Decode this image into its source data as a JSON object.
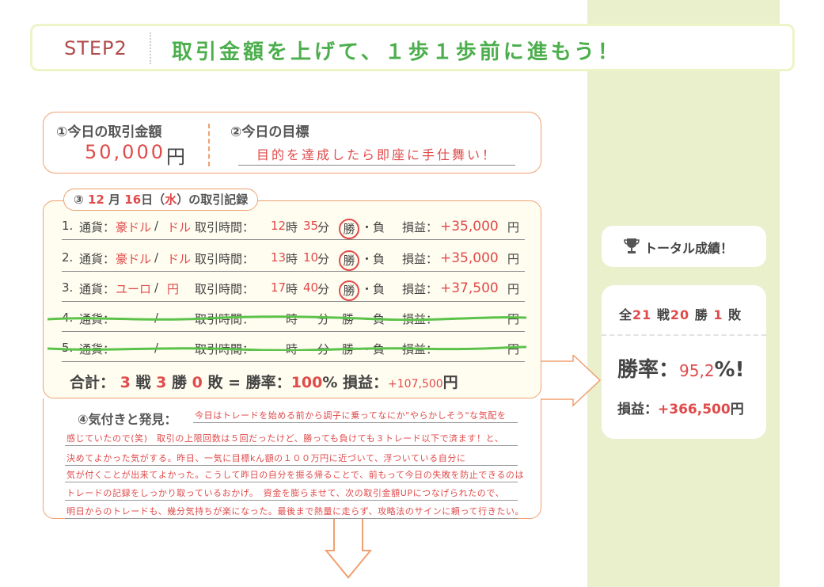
{
  "header": {
    "step": "STEP2",
    "title": "取引金額を上げて、１歩１歩前に進もう！"
  },
  "today": {
    "amount_heading": "①今日の取引金額",
    "amount": "50,000",
    "amount_unit": "円",
    "goal_heading": "②今日の目標",
    "goal": "目的を達成したら即座に手仕舞い！"
  },
  "record": {
    "tab_prefix": "③",
    "month": "12",
    "month_unit": "月",
    "day": "16",
    "day_unit": "日（",
    "weekday": "水",
    "tab_suffix": "）の取引記録",
    "rows": [
      {
        "num": "1.",
        "label": "通貨：",
        "c1": "豪ドル",
        "slash": "/",
        "c2": "ドル",
        "time_label": "取引時間：",
        "hour": "12",
        "hour_unit": "時",
        "min": "35",
        "min_unit": "分",
        "win": "勝",
        "dot": "・",
        "lose": "負",
        "pl_label": "損益：",
        "pl": "+35,000",
        "pl_unit": "円"
      },
      {
        "num": "2.",
        "label": "通貨：",
        "c1": "豪ドル",
        "slash": "/",
        "c2": "ドル",
        "time_label": "取引時間：",
        "hour": "13",
        "hour_unit": "時",
        "min": "10",
        "min_unit": "分",
        "win": "勝",
        "dot": "・",
        "lose": "負",
        "pl_label": "損益：",
        "pl": "+35,000",
        "pl_unit": "円"
      },
      {
        "num": "3.",
        "label": "通貨：",
        "c1": "ユーロ",
        "slash": "/",
        "c2": "円",
        "time_label": "取引時間：",
        "hour": "17",
        "hour_unit": "時",
        "min": "40",
        "min_unit": "分",
        "win": "勝",
        "dot": "・",
        "lose": "負",
        "pl_label": "損益：",
        "pl": "+37,500",
        "pl_unit": "円"
      },
      {
        "num": "4.",
        "label": "通貨：",
        "c1": "",
        "slash": "/",
        "c2": "",
        "time_label": "取引時間：",
        "hour": "",
        "hour_unit": "時",
        "min": "",
        "min_unit": "分",
        "win": "勝",
        "dot": "・",
        "lose": "負",
        "pl_label": "損益：",
        "pl": "",
        "pl_unit": "円"
      },
      {
        "num": "5.",
        "label": "通貨：",
        "c1": "",
        "slash": "/",
        "c2": "",
        "time_label": "取引時間：",
        "hour": "",
        "hour_unit": "時",
        "min": "",
        "min_unit": "分",
        "win": "勝",
        "dot": "・",
        "lose": "負",
        "pl_label": "損益：",
        "pl": "",
        "pl_unit": "円"
      }
    ],
    "total": {
      "label": "合計：",
      "trades": "3",
      "trades_unit": "戦",
      "wins": "3",
      "wins_unit": "勝",
      "losses": "0",
      "losses_unit": "敗 =",
      "rate_label": "勝率：",
      "rate": "100",
      "rate_unit": "%",
      "pl_label": "損益：",
      "pl": "+107,500",
      "pl_unit": "円"
    }
  },
  "notes": {
    "heading": "④気付きと発見：",
    "lines": [
      "今日はトレードを始める前から調子に乗ってなにか\"やらかしそう\"な気配を",
      "感じていたので(笑)　取引の上限回数は５回だったけど、勝っても負けても３トレード以下で済ます！と、",
      "決めてよかった気がする。昨日、一気に目標kん額の１００万円に近づいて、浮ついている自分に",
      "気が付くことが出来てよかった。こうして昨日の自分を振る帰ることで、前もって今日の失敗を防止できるのは",
      "トレードの記録をしっかり取っているおかげ。　資金を膨らませて、次の取引金額UPにつなげられたので、",
      "明日からのトレードも、幾分気持ちが楽になった。最後まで熱量に走らず、攻略法のサインに頼って行きたい。"
    ]
  },
  "summary": {
    "heading": "トータル成績！",
    "all_label": "全",
    "trades": "21",
    "trades_unit": "戦",
    "wins": "20",
    "wins_unit": "勝",
    "losses": "1",
    "losses_unit": "敗",
    "rate_label": "勝率：",
    "rate": "95,2",
    "rate_unit": "%!",
    "pl_label": "損益：",
    "pl": "+366,500",
    "pl_unit": "円"
  },
  "colors": {
    "accent_red": "#e04a4a",
    "accent_green": "#4cae4c",
    "border_orange": "#f0a070",
    "panel_green": "#eaf0cc"
  }
}
